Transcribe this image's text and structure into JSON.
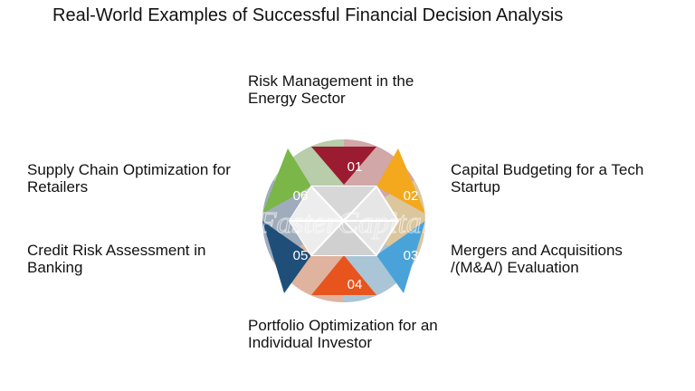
{
  "title": "Real-World Examples of Successful Financial Decision Analysis",
  "watermark": "FasterCapital",
  "items": [
    {
      "number": "01",
      "line1": "Risk Management in the",
      "line2": "Energy Sector",
      "color": "#9b1b30"
    },
    {
      "number": "02",
      "line1": "Capital Budgeting for a Tech",
      "line2": "Startup",
      "color": "#f4a81d"
    },
    {
      "number": "03",
      "line1": "Mergers and Acquisitions",
      "line2": "/(M&A/) Evaluation",
      "color": "#4aa3d8"
    },
    {
      "number": "04",
      "line1": "Portfolio Optimization for an",
      "line2": "Individual Investor",
      "color": "#e8541e"
    },
    {
      "number": "05",
      "line1": "Credit Risk Assessment in",
      "line2": "Banking",
      "color": "#1f4e79"
    },
    {
      "number": "06",
      "line1": "Supply Chain Optimization for",
      "line2": "Retailers",
      "color": "#7ab648"
    }
  ]
}
